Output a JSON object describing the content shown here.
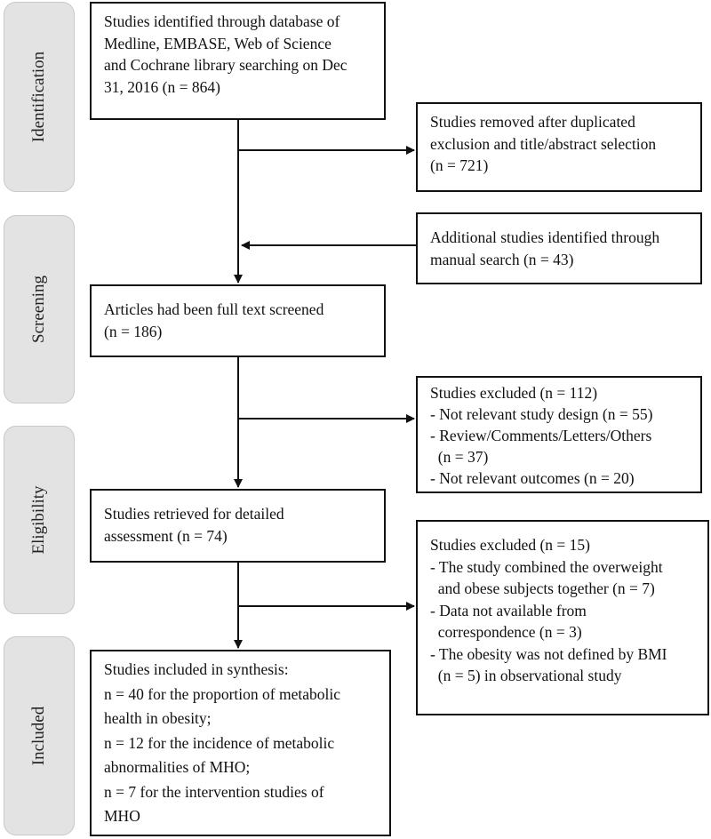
{
  "stages": [
    {
      "id": "identification",
      "label": "Identification"
    },
    {
      "id": "screening",
      "label": "Screening"
    },
    {
      "id": "eligibility",
      "label": "Eligibility"
    },
    {
      "id": "included",
      "label": "Included"
    }
  ],
  "boxes": {
    "identified": {
      "lines": [
        "Studies identified through database of",
        "Medline, EMBASE, Web of Science",
        "and Cochrane library searching on Dec",
        "31, 2016 (n = 864)"
      ]
    },
    "removed": {
      "lines": [
        "Studies removed after duplicated",
        "exclusion and title/abstract selection",
        "(n = 721)"
      ]
    },
    "additional": {
      "lines": [
        "Additional studies identified through",
        "manual search (n = 43)"
      ]
    },
    "fulltext": {
      "lines": [
        "Articles had been full text screened",
        "(n = 186)"
      ]
    },
    "excluded1": {
      "lines": [
        "Studies excluded (n = 112)",
        "- Not relevant study design (n = 55)",
        "- Review/Comments/Letters/Others",
        "  (n = 37)",
        "- Not relevant outcomes (n = 20)"
      ]
    },
    "retrieved": {
      "lines": [
        "Studies retrieved for detailed",
        "assessment (n = 74)"
      ]
    },
    "excluded2": {
      "lines": [
        "Studies excluded (n = 15)",
        "- The study combined the overweight",
        "  and obese subjects together (n = 7)",
        "- Data not available from",
        "  correspondence (n = 3)",
        "- The obesity was not defined by BMI",
        "  (n = 5) in observational study"
      ]
    },
    "included": {
      "lines": [
        "Studies included in synthesis:",
        "n = 40 for the proportion of metabolic",
        "health in obesity;",
        "n = 12 for the incidence of metabolic",
        "abnormalities of MHO;",
        "n = 7 for the intervention studies of",
        "MHO"
      ]
    }
  }
}
